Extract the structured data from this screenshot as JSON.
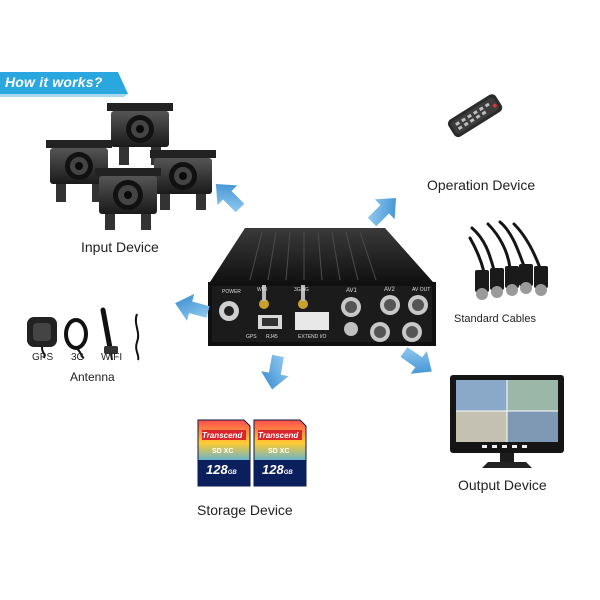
{
  "banner": {
    "text": "How it works?",
    "color": "#2aa7df"
  },
  "hub": {
    "name": "mobile-dvr",
    "port_labels": [
      "POWER",
      "WIFI",
      "3G/4G",
      "AV1",
      "AV2",
      "AV OUT",
      "GPS",
      "RJ45",
      "EXTEND I/O"
    ]
  },
  "devices": {
    "input": {
      "label": "Input Device"
    },
    "operation": {
      "label": "Operation Device"
    },
    "cables": {
      "label": "Standard Cables"
    },
    "antenna": {
      "label": "Antenna",
      "items": [
        "GPS",
        "3G",
        "WIFI"
      ]
    },
    "storage": {
      "label": "Storage Device",
      "card_brand": "Transcend",
      "card_type": "SD XC",
      "card_capacity": "128",
      "card_unit": "GB"
    },
    "output": {
      "label": "Output Device"
    }
  },
  "colors": {
    "arrow": "#3d9bd8",
    "dvr": "#1c1c1c",
    "port": "#c8c8c8",
    "screen": "#5a8fc0"
  }
}
